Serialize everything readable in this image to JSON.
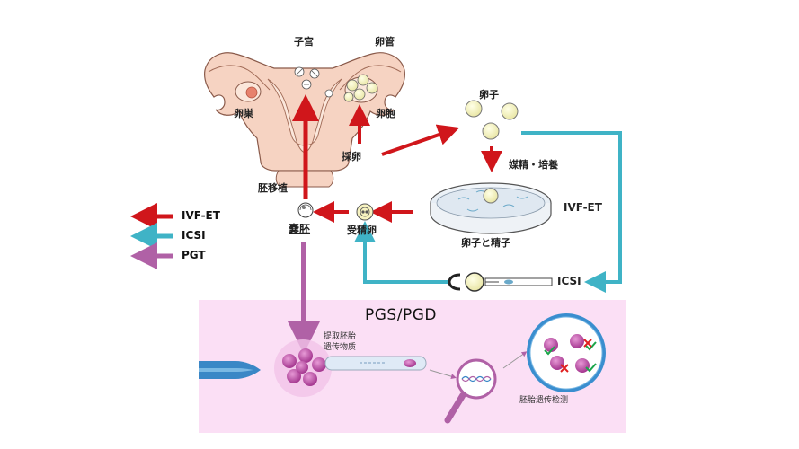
{
  "labels": {
    "uterus": "子宫",
    "fallopian_tube": "卵管",
    "ovary": "卵巣",
    "follicle": "卵胞",
    "egg_retrieval": "採卵",
    "oocyte": "卵子",
    "insemination_culture": "媒精・培養",
    "ivf_et_dish": "IVF-ET",
    "egg_and_sperm": "卵子と精子",
    "embryo_transfer": "胚移植",
    "blastocyst": "嚢胚",
    "fertilized_egg": "受精卵",
    "icsi_label": "ICSI"
  },
  "legend": {
    "items": [
      {
        "label": "IVF-ET",
        "color": "#d0161b"
      },
      {
        "label": "ICSI",
        "color": "#3fb3c6"
      },
      {
        "label": "PGT",
        "color": "#b061a6"
      }
    ]
  },
  "pgs": {
    "title": "PGS/PGD",
    "extract_line1": "提取胚胎",
    "extract_line2": "遗传物质",
    "detect": "胚胎遗传检测"
  },
  "colors": {
    "ivf_red": "#d0161b",
    "icsi_teal": "#3fb3c6",
    "pgt_purple": "#b061a6",
    "panel_pink": "#fbdff5",
    "uterus_skin": "#f6d3c2"
  }
}
